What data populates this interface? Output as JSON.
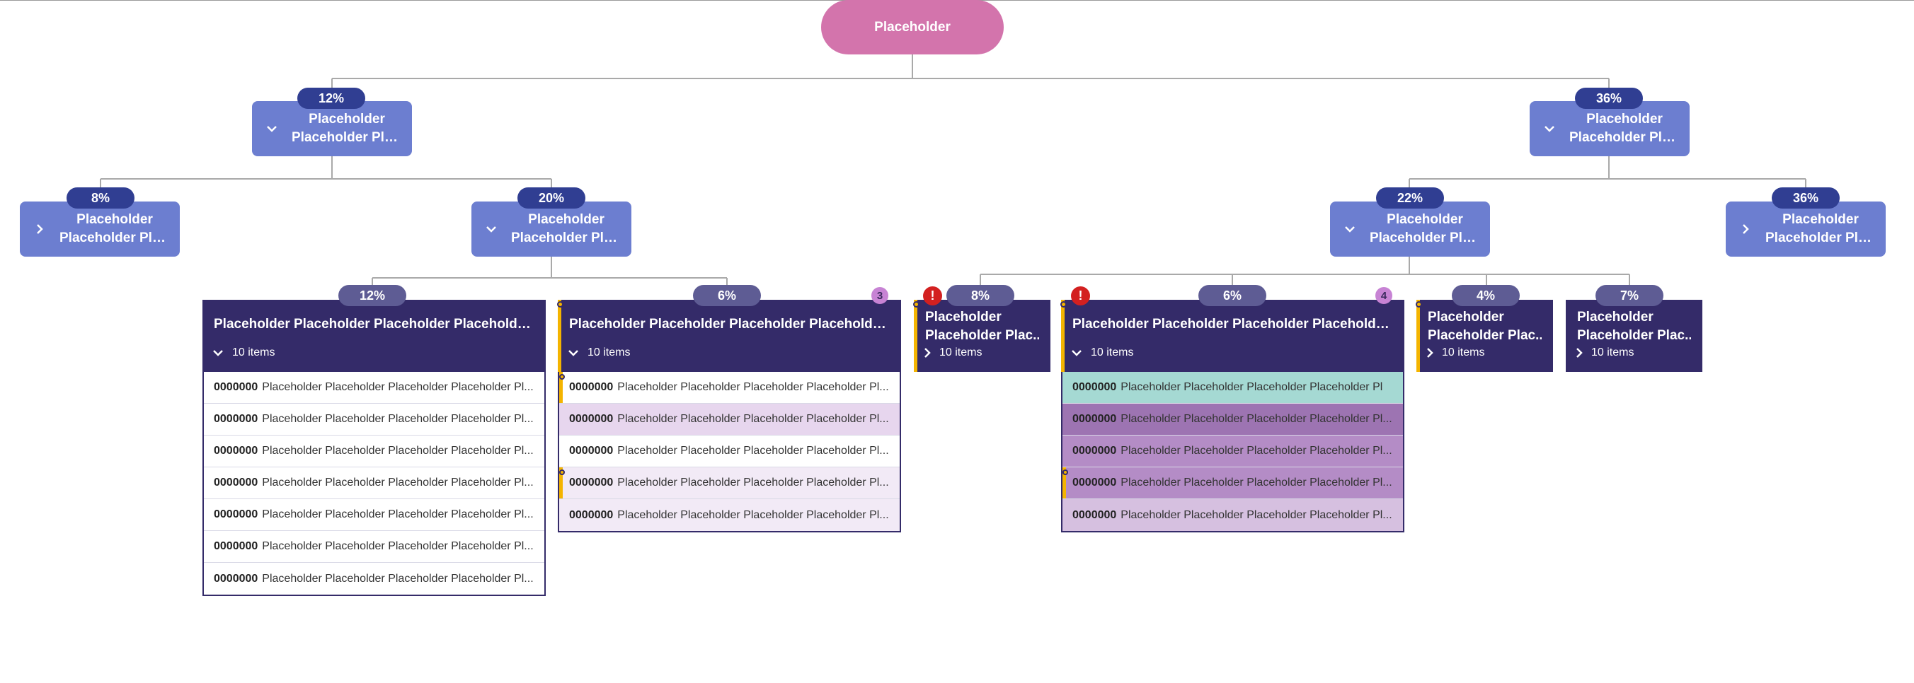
{
  "root": {
    "label": "Placeholder"
  },
  "level1": [
    {
      "percent": "12%",
      "line1": "Placeholder",
      "line2": "Placeholder Plac...",
      "icon": "chevron-down-icon"
    },
    {
      "percent": "36%",
      "line1": "Placeholder",
      "line2": "Placeholder Plac...",
      "icon": "chevron-down-icon"
    }
  ],
  "level2": [
    {
      "percent": "8%",
      "line1": "Placeholder",
      "line2": "Placeholder Plac...",
      "icon": "chevron-right-icon"
    },
    {
      "percent": "20%",
      "line1": "Placeholder",
      "line2": "Placeholder Plac...",
      "icon": "chevron-down-icon"
    },
    {
      "percent": "22%",
      "line1": "Placeholder",
      "line2": "Placeholder Plac...",
      "icon": "chevron-down-icon"
    },
    {
      "percent": "36%",
      "line1": "Placeholder",
      "line2": "Placeholder Plac...",
      "icon": "chevron-right-icon"
    }
  ],
  "groups": [
    {
      "percent": "12%",
      "title": "Placeholder Placeholder Placeholder Placeholder...",
      "items": "10 items",
      "icon": "chevron-down-icon"
    },
    {
      "percent": "6%",
      "title": "Placeholder Placeholder Placeholder Placeholder...",
      "items": "10 items",
      "count": "3",
      "icon": "chevron-down-icon"
    },
    {
      "percent": "8%",
      "line1": "Placeholder",
      "line2": "Placeholder Plac...",
      "items": "10 items",
      "alert": "!",
      "icon": "chevron-right-icon"
    },
    {
      "percent": "6%",
      "title": "Placeholder Placeholder Placeholder Placeholder...",
      "items": "10 items",
      "alert": "!",
      "count": "4",
      "icon": "chevron-down-icon"
    },
    {
      "percent": "4%",
      "line1": "Placeholder",
      "line2": "Placeholder Plac...",
      "items": "10 items",
      "icon": "chevron-right-icon"
    },
    {
      "percent": "7%",
      "line1": "Placeholder",
      "line2": "Placeholder Plac...",
      "items": "10 items",
      "icon": "chevron-right-icon"
    }
  ],
  "list_a": [
    {
      "id": "0000000",
      "text": "Placeholder Placeholder Placeholder Placeholder Pl..."
    },
    {
      "id": "0000000",
      "text": "Placeholder Placeholder Placeholder Placeholder Pl..."
    },
    {
      "id": "0000000",
      "text": "Placeholder Placeholder Placeholder Placeholder Pl..."
    },
    {
      "id": "0000000",
      "text": "Placeholder Placeholder Placeholder Placeholder Pl..."
    },
    {
      "id": "0000000",
      "text": "Placeholder Placeholder Placeholder Placeholder Pl..."
    },
    {
      "id": "0000000",
      "text": "Placeholder Placeholder Placeholder Placeholder Pl..."
    },
    {
      "id": "0000000",
      "text": "Placeholder Placeholder Placeholder Placeholder Pl..."
    }
  ],
  "list_b": [
    {
      "id": "0000000",
      "text": "Placeholder Placeholder Placeholder Placeholder Pl..."
    },
    {
      "id": "0000000",
      "text": "Placeholder Placeholder Placeholder Placeholder Pl..."
    },
    {
      "id": "0000000",
      "text": "Placeholder Placeholder Placeholder Placeholder Pl..."
    },
    {
      "id": "0000000",
      "text": "Placeholder Placeholder Placeholder Placeholder Pl..."
    },
    {
      "id": "0000000",
      "text": "Placeholder Placeholder Placeholder Placeholder Pl..."
    }
  ],
  "list_c": [
    {
      "id": "0000000",
      "text": "Placeholder Placeholder Placeholder Placeholder Pl"
    },
    {
      "id": "0000000",
      "text": "Placeholder Placeholder Placeholder Placeholder Pl..."
    },
    {
      "id": "0000000",
      "text": "Placeholder Placeholder Placeholder Placeholder Pl..."
    },
    {
      "id": "0000000",
      "text": "Placeholder Placeholder Placeholder Placeholder Pl..."
    },
    {
      "id": "0000000",
      "text": "Placeholder Placeholder Placeholder Placeholder Pl..."
    }
  ],
  "colors": {
    "root": "#d374ac",
    "card": "#6c7ed0",
    "pill_blue": "#303e92",
    "pill_grey": "#5e5c94",
    "group": "#342b69",
    "accent": "#f4b400",
    "alert": "#d32020",
    "count": "#c783d4",
    "row_lavender": "#e7d6ee",
    "row_pale": "#f2eaf6",
    "row_teal": "#a5d9d3",
    "row_purple_dark": "#9d74b2",
    "row_purple_mid": "#b48cc6",
    "row_purple_light": "#d6c0e0"
  }
}
